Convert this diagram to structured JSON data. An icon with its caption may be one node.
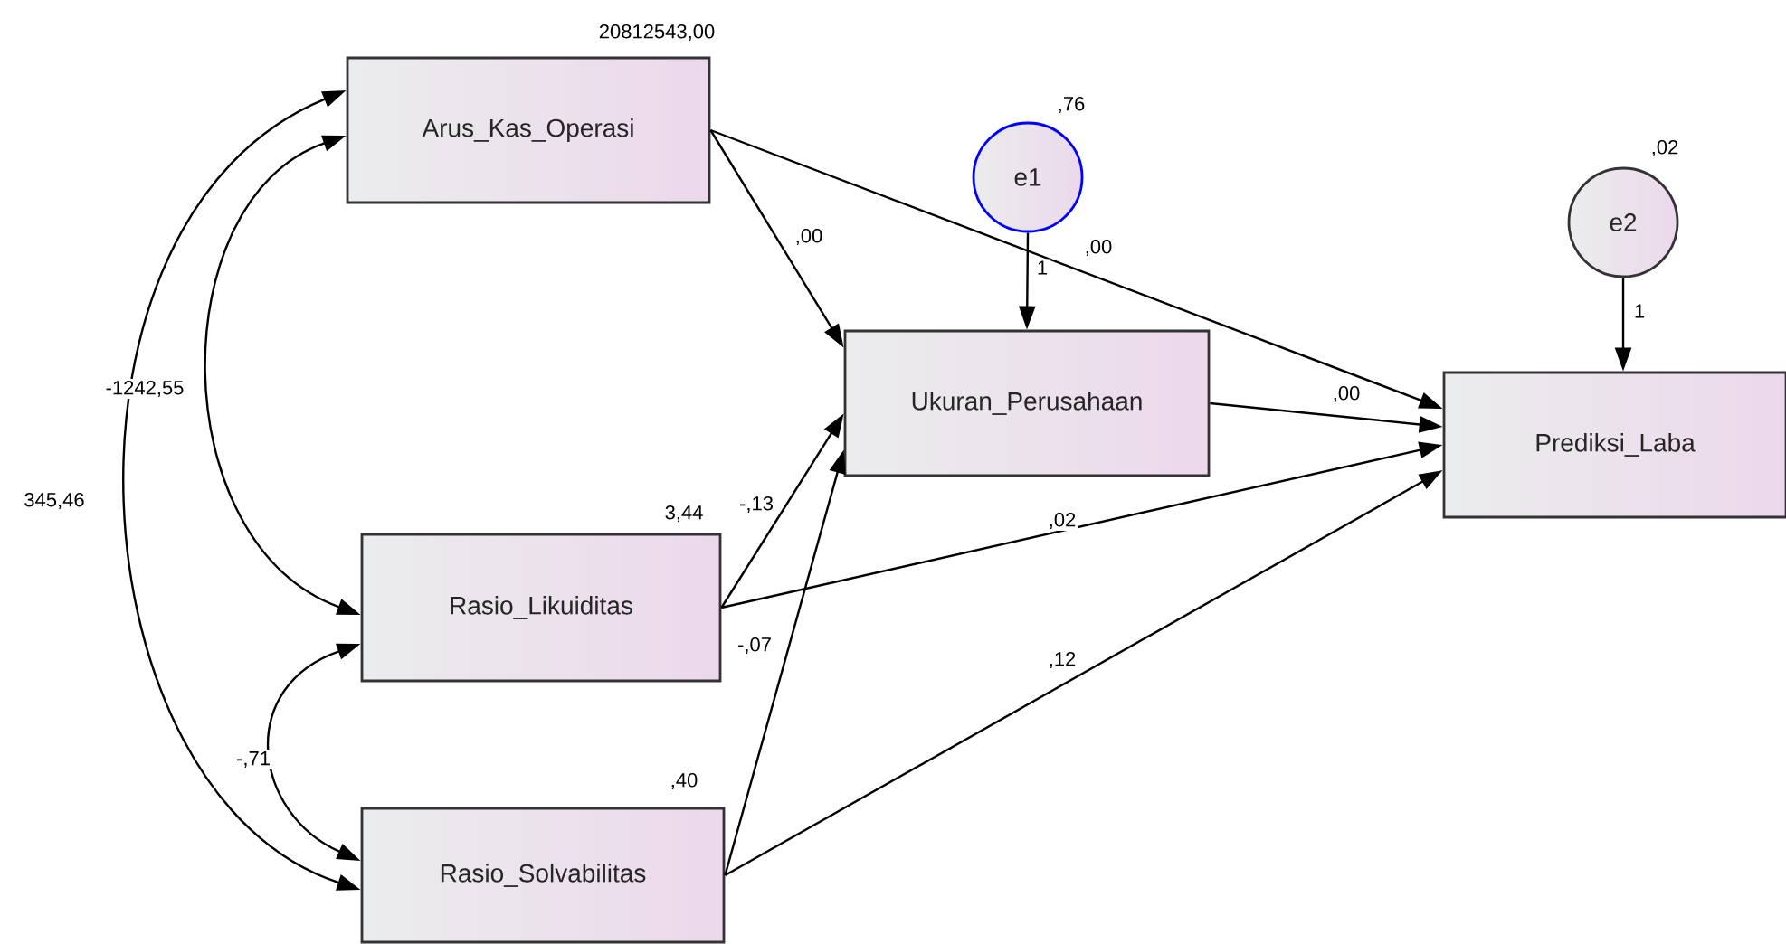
{
  "diagram": {
    "nodes": [
      {
        "text": [
          "Arus_Kas_Operasi"
        ],
        "beside": [
          "20812543,00"
        ]
      },
      {
        "text": [
          "e1"
        ],
        "beside": [
          ",76"
        ]
      },
      {
        "text": [
          "e2"
        ],
        "beside": [
          ",02"
        ]
      },
      {
        "text": [
          "Ukuran_Perusahaan"
        ]
      },
      {
        "text": [
          "Prediksi_Laba"
        ]
      },
      {
        "text": [
          "Rasio_Likuiditas"
        ],
        "beside": [
          "3,44"
        ]
      },
      {
        "text": [
          "Rasio_Solvabilitas"
        ],
        "beside": [
          ",40"
        ]
      }
    ],
    "edges": [
      {
        "from": 0,
        "to": 3,
        "arrow": "to",
        "label": ",00"
      },
      {
        "from": 0,
        "to": 4,
        "arrow": "to",
        "label": ",00"
      },
      {
        "from": 1,
        "to": 3,
        "arrow": "to",
        "label": "1"
      },
      {
        "from": 2,
        "to": 4,
        "arrow": "to",
        "label": "1"
      },
      {
        "from": 3,
        "to": 4,
        "arrow": "to",
        "label": ",00"
      },
      {
        "from": 5,
        "to": 3,
        "arrow": "to",
        "label": "-,13"
      },
      {
        "from": 5,
        "to": 4,
        "arrow": "to",
        "label": ",02"
      },
      {
        "from": 6,
        "to": 3,
        "arrow": "to",
        "label": "-,07"
      },
      {
        "from": 6,
        "to": 4,
        "arrow": "to",
        "label": ",12"
      },
      {
        "from": 0,
        "to": 5,
        "arrow": "both",
        "label": "-1242,55"
      },
      {
        "from": 0,
        "to": 6,
        "arrow": "both",
        "label": "345,46"
      },
      {
        "from": 5,
        "to": 6,
        "arrow": "both",
        "label": "-,71"
      }
    ]
  }
}
